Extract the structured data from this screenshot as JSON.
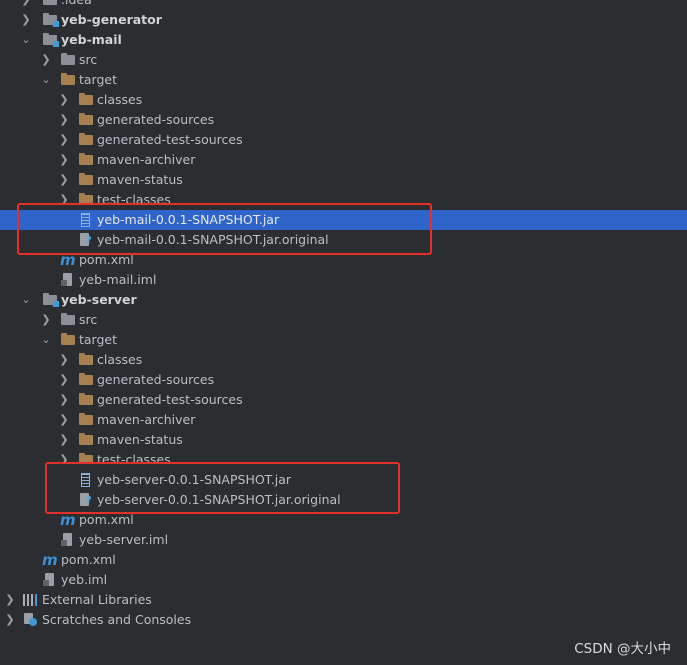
{
  "tree": {
    "idea": ".idea",
    "yeb_generator": "yeb-generator",
    "yeb_mail": {
      "name": "yeb-mail",
      "src": "src",
      "target": "target",
      "classes": "classes",
      "generated_sources": "generated-sources",
      "generated_test_sources": "generated-test-sources",
      "maven_archiver": "maven-archiver",
      "maven_status": "maven-status",
      "test_classes": "test-classes",
      "jar": "yeb-mail-0.0.1-SNAPSHOT.jar",
      "jar_original": "yeb-mail-0.0.1-SNAPSHOT.jar.original",
      "pom": "pom.xml",
      "iml": "yeb-mail.iml"
    },
    "yeb_server": {
      "name": "yeb-server",
      "src": "src",
      "target": "target",
      "classes": "classes",
      "generated_sources": "generated-sources",
      "generated_test_sources": "generated-test-sources",
      "maven_archiver": "maven-archiver",
      "maven_status": "maven-status",
      "test_classes": "test-classes",
      "jar": "yeb-server-0.0.1-SNAPSHOT.jar",
      "jar_original": "yeb-server-0.0.1-SNAPSHOT.jar.original",
      "pom": "pom.xml",
      "iml": "yeb-server.iml"
    },
    "root_pom": "pom.xml",
    "root_iml": "yeb.iml",
    "external_libraries": "External Libraries",
    "scratches": "Scratches and Consoles"
  },
  "colors": {
    "background": "#2b2d30",
    "selection": "#2f65ca",
    "highlight_box": "#e3302a",
    "folder": "#a87f4e"
  },
  "watermark": "CSDN @大小中"
}
